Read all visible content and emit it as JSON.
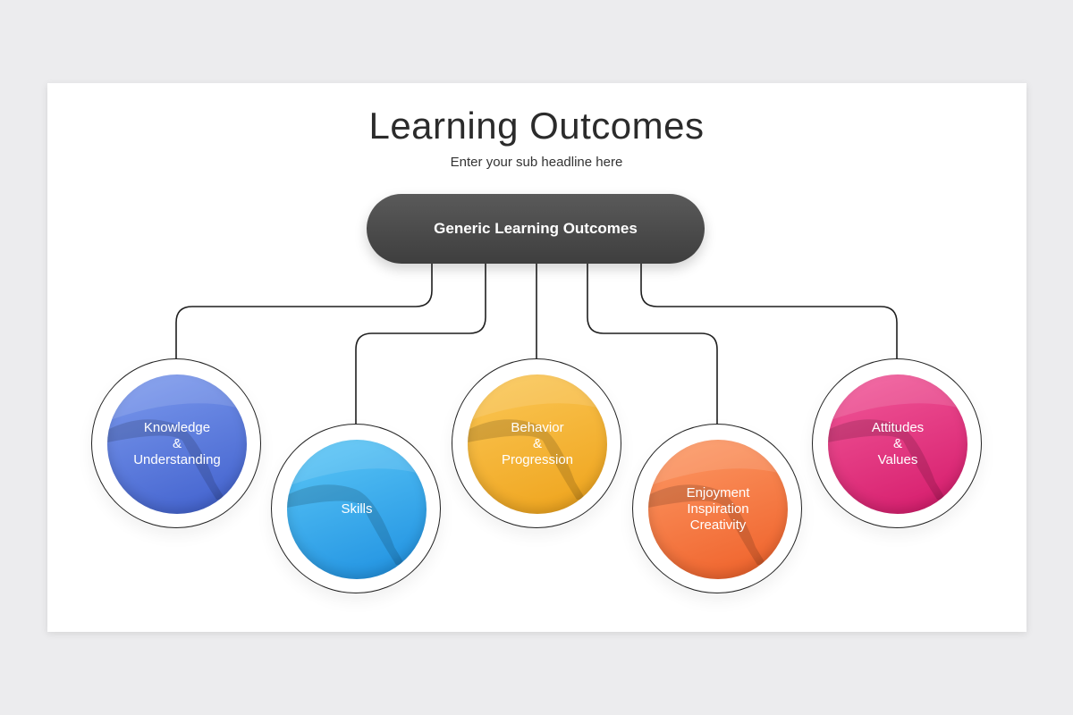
{
  "title": "Learning Outcomes",
  "subtitle": "Enter your sub headline here",
  "root": {
    "label": "Generic Learning Outcomes",
    "color": "#4a4a4a"
  },
  "nodes": [
    {
      "label": "Knowledge\n&\nUnderstanding",
      "color_light": "#6f8ee8",
      "color_dark": "#3f5fcc"
    },
    {
      "label": "Skills",
      "color_light": "#4fc0f5",
      "color_dark": "#1e8fe0"
    },
    {
      "label": "Behavior\n&\nProgression",
      "color_light": "#f9c24a",
      "color_dark": "#eea21a"
    },
    {
      "label": "Enjoyment\nInspiration\nCreativity",
      "color_light": "#fb8a55",
      "color_dark": "#ee5f28"
    },
    {
      "label": "Attitudes\n&\nValues",
      "color_light": "#f0468c",
      "color_dark": "#d4196a"
    }
  ]
}
